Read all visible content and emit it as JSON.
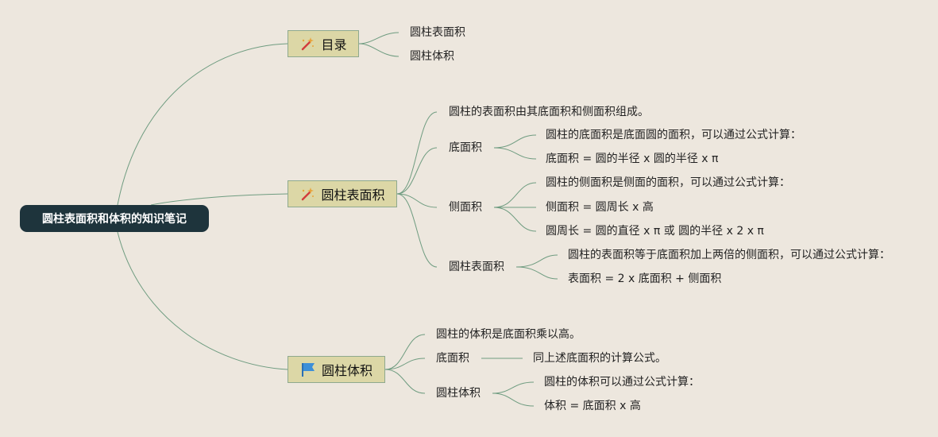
{
  "root": {
    "label": "圆柱表面积和体积的知识笔记"
  },
  "toc": {
    "label": "目录",
    "icon": "magic-wand-icon",
    "items": [
      "圆柱表面积",
      "圆柱体积"
    ]
  },
  "surface": {
    "label": "圆柱表面积",
    "icon": "magic-wand-icon",
    "intro": "圆柱的表面积由其底面积和侧面积组成。",
    "base": {
      "label": "底面积",
      "lines": [
        "圆柱的底面积是底面圆的面积，可以通过公式计算：",
        "底面积 = 圆的半径 x 圆的半径 x π"
      ]
    },
    "side": {
      "label": "侧面积",
      "lines": [
        "圆柱的侧面积是侧面的面积，可以通过公式计算：",
        "侧面积 = 圆周长 x 高",
        "圆周长 = 圆的直径 x π 或 圆的半径 x 2 x π"
      ]
    },
    "total": {
      "label": "圆柱表面积",
      "lines": [
        "圆柱的表面积等于底面积加上两倍的侧面积，可以通过公式计算：",
        "表面积 = 2 x 底面积 + 侧面积"
      ]
    }
  },
  "volume": {
    "label": "圆柱体积",
    "icon": "blue-flag-icon",
    "intro": "圆柱的体积是底面积乘以高。",
    "base": {
      "label": "底面积",
      "note": "同上述底面积的计算公式。"
    },
    "calc": {
      "label": "圆柱体积",
      "lines": [
        "圆柱的体积可以通过公式计算：",
        "体积 = 底面积 x 高"
      ]
    }
  },
  "colors": {
    "background": "#ede7de",
    "root": "#1e343c",
    "topic": "#dcd7a6",
    "link": "#6f9c80"
  }
}
